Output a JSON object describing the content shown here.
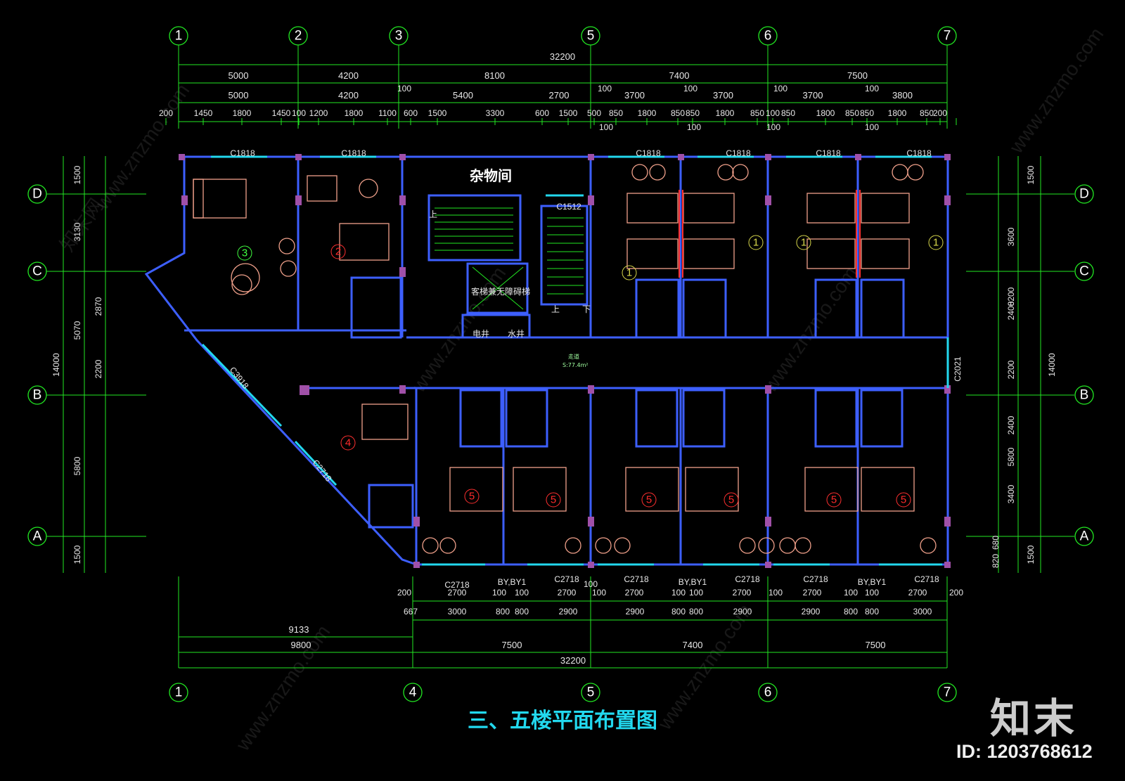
{
  "drawing": {
    "title": "三、五楼平面布置图",
    "background": "#000000",
    "colors": {
      "dim_line": "#22e822",
      "wall": "#3d5fff",
      "furniture": "#f0a08a",
      "glass": "#22d8ee",
      "column": "#c070c0",
      "title": "#22d8ee"
    }
  },
  "grid": {
    "columns": [
      "1",
      "2",
      "3",
      "5",
      "6",
      "7"
    ],
    "bottom_columns": [
      "1",
      "4",
      "5",
      "6",
      "7"
    ],
    "rows": [
      "D",
      "C",
      "B",
      "A"
    ]
  },
  "dims_top": {
    "overall": "32200",
    "row1": [
      "5000",
      "4200",
      "8100",
      "7400",
      "7500"
    ],
    "row2": [
      "5000",
      "4200",
      "5400",
      "2700",
      "3700",
      "3700",
      "3700",
      "3800"
    ],
    "row2_small": [
      "100",
      "100",
      "100",
      "100",
      "100"
    ],
    "row3": [
      "200",
      "1450",
      "1800",
      "1450",
      "100",
      "1200",
      "1800",
      "1100",
      "600",
      "1500",
      "3300",
      "600",
      "1500",
      "500",
      "850",
      "1800",
      "850",
      "850",
      "1800",
      "850",
      "100",
      "850",
      "1800",
      "850",
      "850",
      "1800",
      "850",
      "200"
    ],
    "row3_sub": [
      "100",
      "100",
      "100",
      "100"
    ]
  },
  "dims_bottom": {
    "row1": [
      "200",
      "2700",
      "100",
      "100",
      "2700",
      "100",
      "2700",
      "100",
      "100",
      "2700",
      "100",
      "2700",
      "100",
      "100",
      "2700",
      "200"
    ],
    "row1_small": [
      "100"
    ],
    "row2": [
      "667",
      "3000",
      "800",
      "800",
      "2900",
      "2900",
      "800",
      "800",
      "2900",
      "2900",
      "800",
      "800",
      "3000"
    ],
    "row3": [
      "9133"
    ],
    "row4": [
      "9800",
      "7500",
      "7400",
      "7500"
    ],
    "overall": "32200"
  },
  "dims_left": [
    "1500",
    "3130",
    "2870",
    "5070",
    "2200",
    "14000",
    "5800",
    "1500"
  ],
  "dims_right": [
    "1500",
    "3600",
    "8200",
    "2400",
    "2200",
    "14000",
    "2400",
    "5800",
    "3400",
    "680",
    "820",
    "1500"
  ],
  "windows": {
    "top": [
      "C1818",
      "C1818",
      "C1818",
      "C1818",
      "C1818",
      "C1818"
    ],
    "c1512": "C1512",
    "bottom": [
      "C2718",
      "BY,BY1",
      "C2718",
      "C2718",
      "BY,BY1",
      "C2718",
      "C2718",
      "BY,BY1",
      "C2718"
    ],
    "diag1": "C3918",
    "diag2": "C2718",
    "right": "C2021"
  },
  "rooms": {
    "storage": "杂物间",
    "elevator": "客梯兼无障碍梯",
    "elec_shaft": "电井",
    "water_shaft": "水井",
    "stair_up": "上",
    "stair_down": "下",
    "corridor": "走道",
    "corridor_area": "S:77.4m²"
  },
  "room_tags": {
    "suite3": "3",
    "suite2": "2",
    "suite4": "4",
    "twin": [
      "1",
      "1",
      "1",
      "1"
    ],
    "king": [
      "5",
      "5",
      "5",
      "5",
      "5",
      "5"
    ]
  },
  "watermark": {
    "logo": "知末",
    "id": "ID: 1203768612",
    "site": "www.znzmo.com",
    "site_cn": "知末网"
  }
}
